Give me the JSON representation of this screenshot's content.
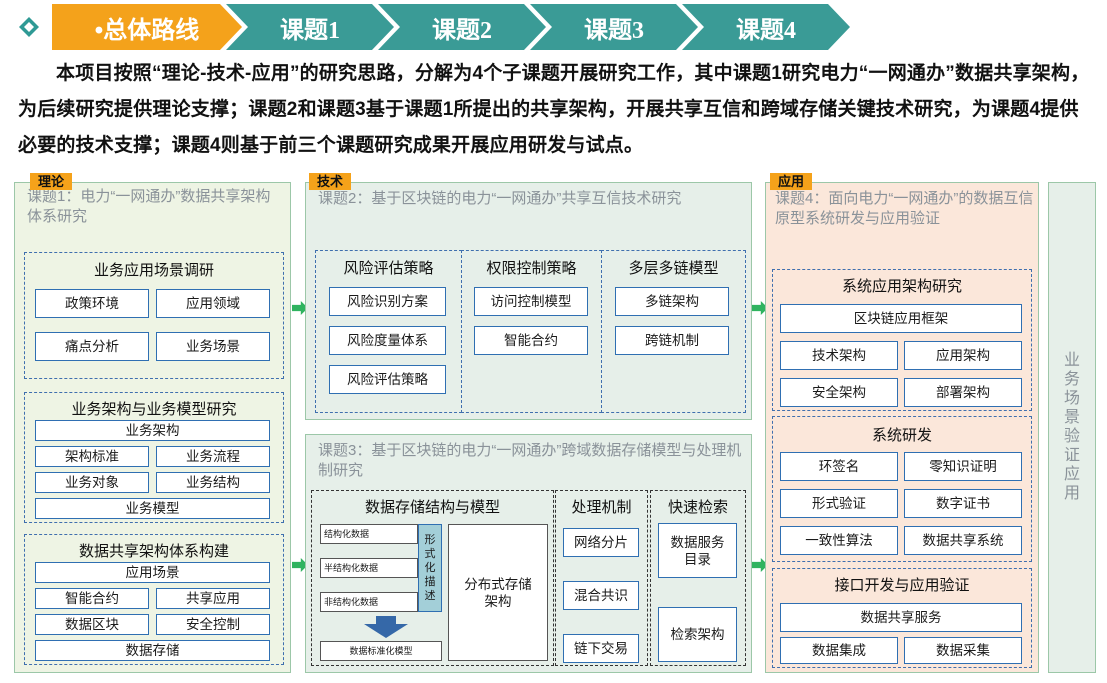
{
  "nav": {
    "items": [
      "•总体路线",
      "课题1",
      "课题2",
      "课题3",
      "课题4"
    ]
  },
  "intro": "本项目按照“理论-技术-应用”的研究思路，分解为4个子课题开展研究工作，其中课题1研究电力“一网通办”数据共享架构，为后续研究提供理论支撑；课题2和课题3基于课题1所提出的共享架构，开展共享互信和跨域存储关键技术研究，为课题4提供必要的技术支撑；课题4则基于前三个课题研究成果开展应用研发与试点。",
  "theory": {
    "tag": "理论",
    "title": "课题1：电力“一网通办”数据共享架构体系研究",
    "g1": {
      "title": "业务应用场景调研",
      "items": [
        "政策环境",
        "应用领域",
        "痛点分析",
        "业务场景"
      ]
    },
    "g2": {
      "title": "业务架构与业务模型研究",
      "top": "业务架构",
      "items": [
        "架构标准",
        "业务流程",
        "业务对象",
        "业务结构"
      ],
      "bottom": "业务模型"
    },
    "g3": {
      "title": "数据共享架构体系构建",
      "top": "应用场景",
      "items": [
        "智能合约",
        "共享应用",
        "数据区块",
        "安全控制"
      ],
      "bottom": "数据存储"
    }
  },
  "tech": {
    "tag": "技术",
    "title2": "课题2：基于区块链的电力“一网通办”共享互信技术研究",
    "risk": {
      "title": "风险评估策略",
      "items": [
        "风险识别方案",
        "风险度量体系",
        "风险评估策略"
      ]
    },
    "perm": {
      "title": "权限控制策略",
      "items": [
        "访问控制模型",
        "智能合约"
      ]
    },
    "chain": {
      "title": "多层多链模型",
      "items": [
        "多链架构",
        "跨链机制"
      ]
    },
    "title3": "课题3：基于区块链的电力“一网通办”跨域数据存储模型与处理机制研究",
    "storage": {
      "title": "数据存储结构与模型",
      "kinds": [
        "结构化数据",
        "半结构化数据",
        "非结构化数据"
      ],
      "formal": "形式化描述",
      "std": "数据标准化模型",
      "dist": "分布式存储架构"
    },
    "proc": {
      "title": "处理机制",
      "items": [
        "网络分片",
        "混合共识",
        "链下交易"
      ]
    },
    "search": {
      "title": "快速检索",
      "items": [
        "数据服务目录",
        "检索架构"
      ]
    }
  },
  "app": {
    "tag": "应用",
    "title": "课题4：面向电力“一网通办”的数据互信原型系统研发与应用验证",
    "sys": {
      "title": "系统应用架构研究",
      "top": "区块链应用框架",
      "items": [
        "技术架构",
        "应用架构",
        "安全架构",
        "部署架构"
      ]
    },
    "dev": {
      "title": "系统研发",
      "items": [
        "环签名",
        "零知识证明",
        "形式验证",
        "数字证书",
        "一致性算法",
        "数据共享系统"
      ]
    },
    "iface": {
      "title": "接口开发与应用验证",
      "top": "数据共享服务",
      "items": [
        "数据集成",
        "数据采集"
      ]
    }
  },
  "side": "业务场景验证应用",
  "colors": {
    "orange": "#f4a21b",
    "teal": "#3a9b96",
    "arrow": "#2fb35f",
    "box_border": "#2f6fb2"
  }
}
